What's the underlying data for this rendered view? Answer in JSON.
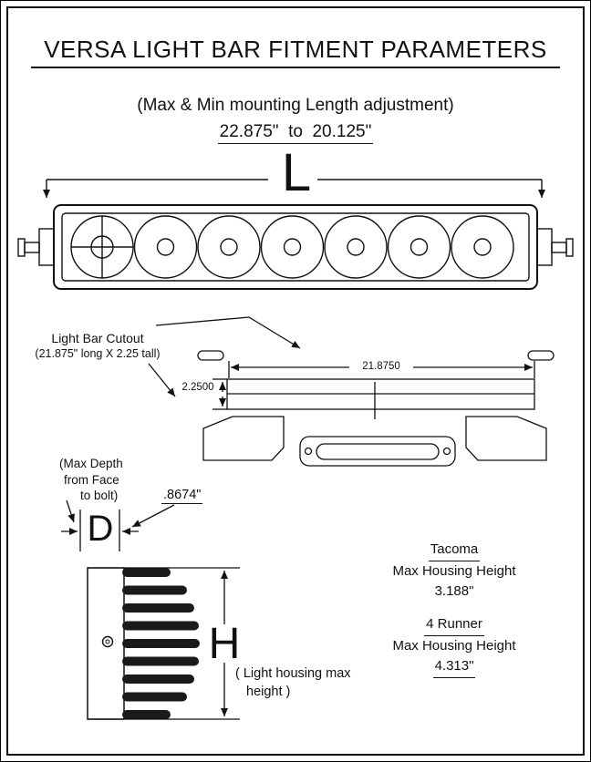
{
  "title": "VERSA LIGHT BAR FITMENT PARAMETERS",
  "subtitle": "(Max & Min mounting Length adjustment)",
  "range_text": "22.875\"  to  20.125\"",
  "length_dim_label": "L",
  "cutout": {
    "label_line1": "Light Bar Cutout",
    "label_line2": "(21.875\" long X 2.25 tall)",
    "length_dim": "21.8750",
    "height_dim": "2.2500"
  },
  "depth": {
    "label_line1": "(Max Depth",
    "label_line2": "from Face",
    "label_line3": "to bolt)",
    "value": ".8674\"",
    "dim_label": "D"
  },
  "housing": {
    "dim_label": "H",
    "caption_line1": "( Light housing max",
    "caption_line2": "height )"
  },
  "specs": {
    "tacoma_title": "Tacoma",
    "tacoma_subtitle": "Max Housing Height",
    "tacoma_value": "3.188\"",
    "runner_title": "4 Runner",
    "runner_subtitle": "Max Housing Height",
    "runner_value": "4.313\""
  }
}
